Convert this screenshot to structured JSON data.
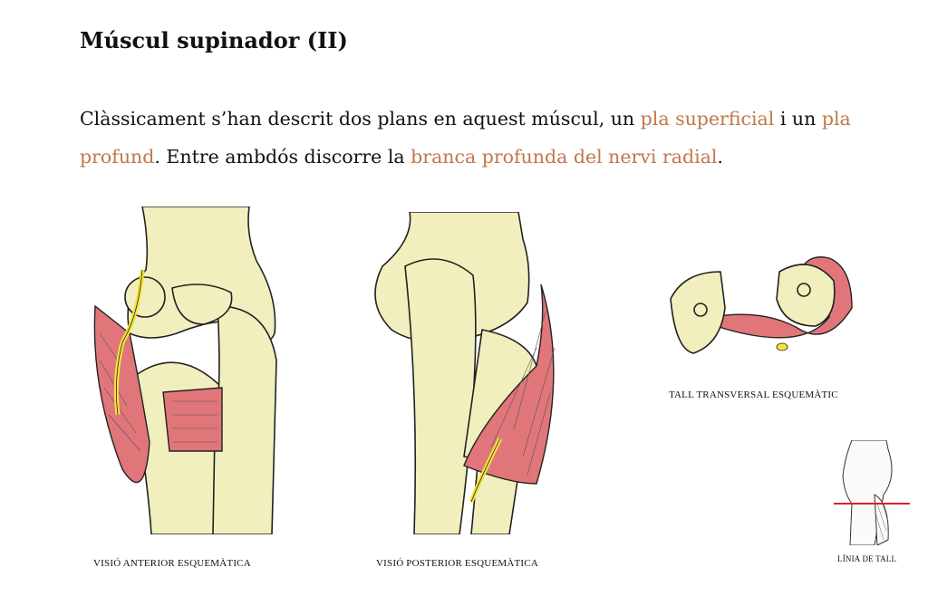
{
  "title": "Múscul supinador (II)",
  "intro": {
    "t1": "Clàssicament s’han descrit dos plans en aquest múscul, un ",
    "h1": "pla superficial",
    "t2": " i un ",
    "h2": "pla profund",
    "t3": ". Entre ambdós discorre la ",
    "h3": "branca profunda del nervi radial",
    "t4": "."
  },
  "captions": {
    "anterior": "VISIÓ ANTERIOR ESQUEMÀTICA",
    "posterior": "VISIÓ POSTERIOR ESQUEMÀTICA",
    "transversal": "TALL TRANSVERSAL ESQUEMÀTIC",
    "cut_line": "LÍNIA DE TALL"
  },
  "colors": {
    "bone": "#f2efbe",
    "muscle": "#e0767a",
    "nerve": "#f4e43c",
    "highlight": "#c2764a",
    "cut_line": "#e02020"
  }
}
